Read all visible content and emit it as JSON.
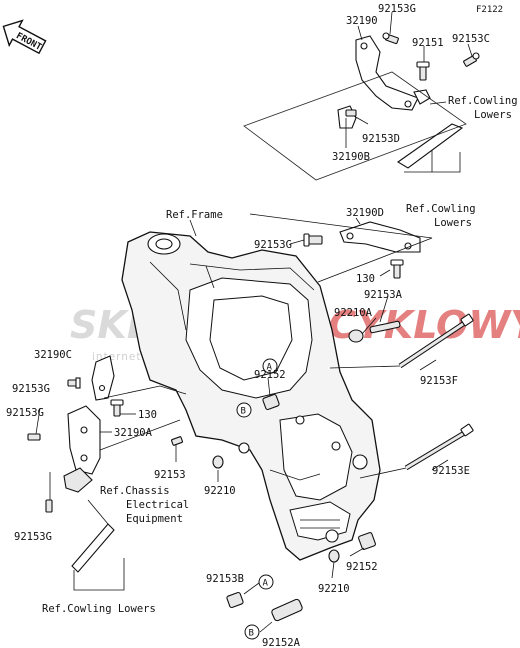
{
  "diagram_code": "F2122",
  "front_label": "FRONT",
  "watermark": {
    "brand_left": "SKLEP",
    "brand_right": "MOTOCYKLOWY.PL",
    "subtitle": "internetowy sklep motocyklowy",
    "colors": {
      "grey": "#d4d4d4",
      "red": "#e06a6a"
    }
  },
  "labels": {
    "p32190": "32190",
    "p92153G_top": "92153G",
    "p92151": "92151",
    "p92153C": "92153C",
    "ref_cowling_upper": "Ref.Cowling",
    "ref_cowling_upper_2": "Lowers",
    "p92153D": "92153D",
    "p32190B": "32190B",
    "ref_cowling_mid": "Ref.Cowling",
    "ref_cowling_mid_2": "Lowers",
    "ref_frame": "Ref.Frame",
    "p32190D": "32190D",
    "p92153G_mid": "92153G",
    "p130_top": "130",
    "p92153A": "92153A",
    "p92210A": "92210A",
    "p92153F": "92153F",
    "p32190C": "32190C",
    "p92152_mid": "92152",
    "p92153G_left": "92153G",
    "p130_left": "130",
    "p92153G_far": "92153G",
    "p32190A": "32190A",
    "p92153": "92153",
    "p92210_mid": "92210",
    "p92153E": "92153E",
    "ref_chassis_1": "Ref.Chassis",
    "ref_chassis_2": "Electrical",
    "ref_chassis_3": "Equipment",
    "p92153G_bottom": "92153G",
    "p92152_low": "92152",
    "p92210_low": "92210",
    "p92153B": "92153B",
    "p92152A": "92152A",
    "ref_cowling_bottom": "Ref.Cowling Lowers"
  },
  "callouts": {
    "a": "A",
    "b": "B"
  }
}
